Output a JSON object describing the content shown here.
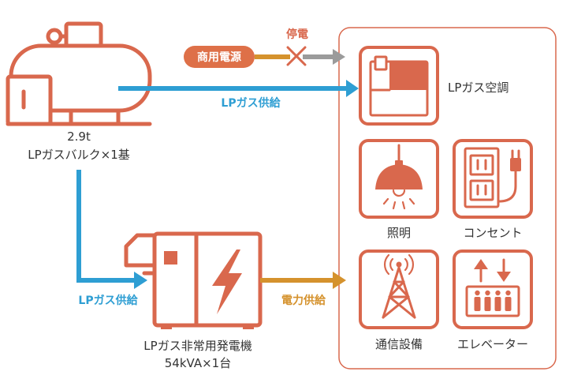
{
  "source": {
    "tank": {
      "icon": "lp-gas-bulk-tank-icon",
      "weight": "2.9t",
      "label": "LPガスバルク×1基"
    },
    "commercial_power": "商用電源",
    "outage": "停電"
  },
  "flows": {
    "gas_supply_to_aircon": "LPガス供給",
    "gas_supply_to_generator": "LPガス供給",
    "power_supply": "電力供給"
  },
  "generator": {
    "icon": "gas-generator-icon",
    "name": "LPガス非常用発電機",
    "spec": "54kVA×1台"
  },
  "equipment": [
    {
      "label": "LPガス空調",
      "icon": "air-conditioner-icon"
    },
    {
      "label": "照明",
      "icon": "pendant-light-icon"
    },
    {
      "label": "コンセント",
      "icon": "power-outlet-icon"
    },
    {
      "label": "通信設備",
      "icon": "antenna-tower-icon"
    },
    {
      "label": "エレベーター",
      "icon": "elevator-icon"
    }
  ],
  "colors": {
    "accent": "#D9684D",
    "gas": "#2E9ED3",
    "power": "#D5922D",
    "cut": "#9B9B9B",
    "pill": "#DE7048",
    "text": "#333333"
  }
}
